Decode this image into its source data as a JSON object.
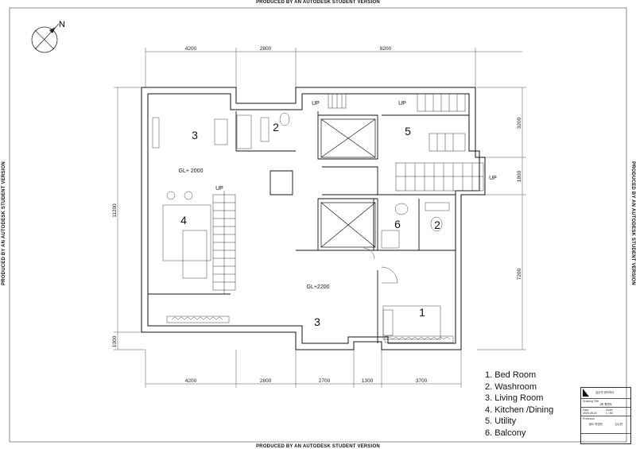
{
  "watermark": "PRODUCED BY AN AUTODESK STUDENT VERSION",
  "north_label": "N",
  "dims_top": [
    "4200",
    "2800",
    "8200"
  ],
  "dims_bottom": [
    "4200",
    "2800",
    "2700",
    "1300",
    "3700"
  ],
  "dims_left": [
    "11200",
    "1000"
  ],
  "dims_right": [
    "3200",
    "1800",
    "7200"
  ],
  "rooms": {
    "living_upper": "3",
    "wash_upper": "2",
    "utility": "5",
    "kitchen": "4",
    "balcony": "6",
    "wash_lower": "2",
    "living_lower": "3",
    "bedroom": "1"
  },
  "levels": {
    "upper": "GL+ 2000",
    "lower": "GL+2200"
  },
  "stair_labels": {
    "up1": "UP",
    "up2": "UP",
    "up3": "UP",
    "up4": "UP"
  },
  "legend": [
    "1. Bed Room",
    "2. Washroom",
    "3. Living Room",
    "4. Kitchen /Dining",
    "5. Utility",
    "6. Balcony"
  ],
  "titleblock": {
    "company": "김순연 센터리더",
    "drawing_title_label": "Drawing Title",
    "drawing_title": "1층 평면도",
    "date_label": "Date",
    "date": "2020.05.15",
    "scale_label": "Scale",
    "scale": "1 / 50",
    "professor_label": "Professor",
    "professor": "윤도 박영민",
    "student": "김수빈"
  }
}
